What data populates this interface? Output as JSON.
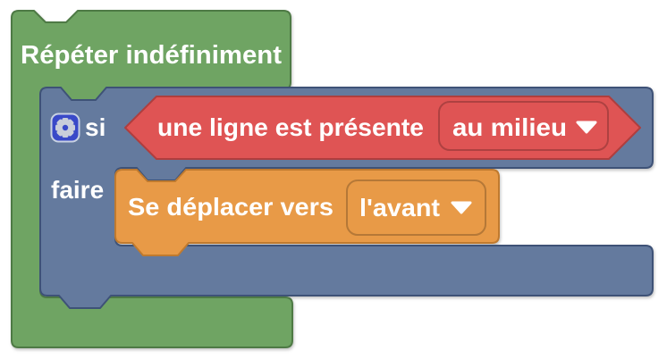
{
  "workspace": {
    "background_color": "#ffffff",
    "blocks": {
      "repeat": {
        "label": "Répéter indéfiniment",
        "fill": "#6FA463",
        "stroke": "#4E7A45"
      },
      "if": {
        "if_label": "si",
        "do_label": "faire",
        "fill": "#647A9E",
        "stroke": "#3E5277",
        "mutator_fill": "#3949C8",
        "mutator_stroke": "#C8D1E2",
        "gear_color": "#C9CEDA"
      },
      "condition": {
        "label": "une ligne est présente",
        "dropdown_value": "au milieu",
        "fill": "#DF5454",
        "stroke": "#AF3E3E"
      },
      "move": {
        "label": "Se déplacer vers",
        "dropdown_value": "l'avant",
        "fill": "#E89A47",
        "stroke": "#BF7A2F"
      }
    }
  }
}
